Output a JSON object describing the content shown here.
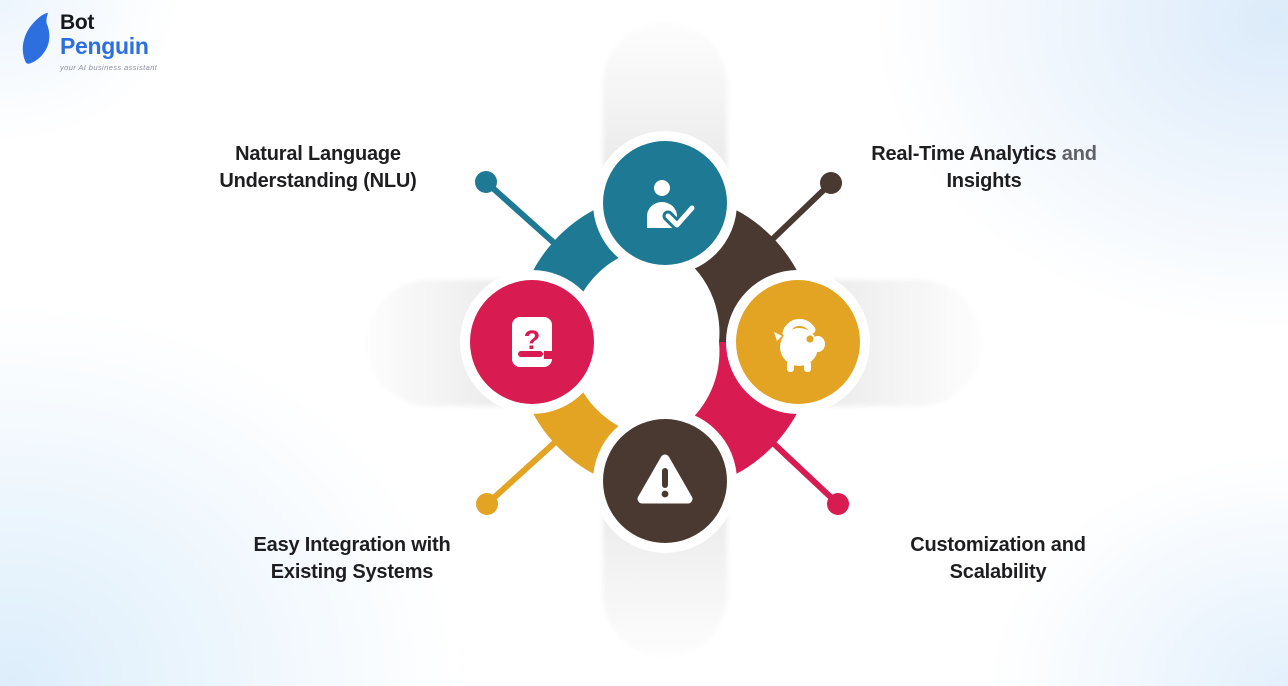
{
  "logo": {
    "brand_top": "Bot",
    "brand_bottom": "Penguin",
    "tagline": "your AI business assistant",
    "penguin_color": "#2E6FE0"
  },
  "diagram": {
    "labels": {
      "nlu": {
        "line1": "Natural Language",
        "line2": "Understanding (NLU)"
      },
      "analytics": {
        "line1a": "Real-Time Analytics",
        "line1b": "and",
        "line2": "Insights"
      },
      "integration": {
        "line1": "Easy Integration with",
        "line2": "Existing Systems"
      },
      "scalability": {
        "line1": "Customization and",
        "line2": "Scalability"
      }
    },
    "segments": [
      {
        "position": "top-left",
        "color": "#1E7994",
        "label": "Natural Language Understanding (NLU)"
      },
      {
        "position": "top-right",
        "color": "#4A3931",
        "label": "Real-Time Analytics and Insights"
      },
      {
        "position": "bottom-left",
        "color": "#E2A422",
        "label": "Easy Integration with Existing Systems"
      },
      {
        "position": "bottom-right",
        "color": "#D81B51",
        "label": "Customization and Scalability"
      }
    ],
    "nodes": [
      {
        "position": "top",
        "icon": "user-check-icon",
        "color": "#1E7994"
      },
      {
        "position": "left",
        "icon": "book-question-icon",
        "color": "#D81B51"
      },
      {
        "position": "right",
        "icon": "piggy-bank-icon",
        "color": "#E2A422"
      },
      {
        "position": "bottom",
        "icon": "warning-icon",
        "color": "#4A3931"
      }
    ]
  }
}
